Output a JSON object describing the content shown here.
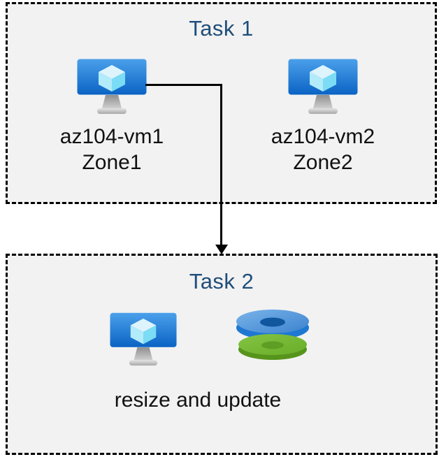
{
  "diagram": {
    "task1": {
      "title": "Task 1",
      "vms": [
        {
          "name": "az104-vm1",
          "zone": "Zone1"
        },
        {
          "name": "az104-vm2",
          "zone": "Zone2"
        }
      ]
    },
    "task2": {
      "title": "Task 2",
      "caption": "resize and update"
    },
    "connector": {
      "from": "az104-vm1",
      "to": "Task 2"
    },
    "icons": {
      "vm": "azure-virtual-machine-icon",
      "disks": "azure-managed-disks-icon"
    },
    "colors": {
      "title_text": "#1F4E79",
      "body_text": "#111111",
      "box_background": "#F2F2F2",
      "box_border": "#000000",
      "vm_screen_blue": "#1874D2",
      "disk_blue": "#3B82CF",
      "disk_green": "#6CB32A"
    }
  }
}
